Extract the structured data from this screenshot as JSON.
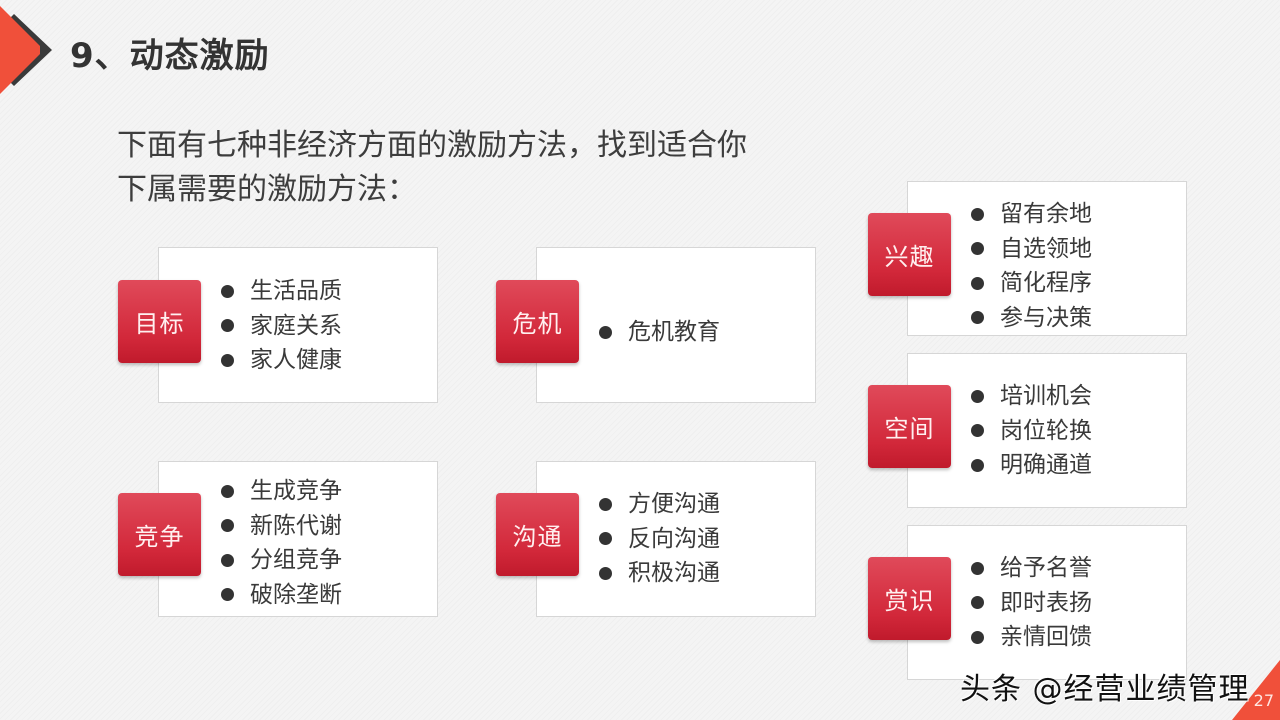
{
  "header": {
    "title": "9、动态激励",
    "accent_color": "#f0503a",
    "arrow_color": "#3a3a3a"
  },
  "intro": {
    "line1": "下面有七种非经济方面的激励方法，找到适合你",
    "line2": "下属需要的激励方法："
  },
  "cards": [
    {
      "label": "目标",
      "items": [
        "生活品质",
        "家庭关系",
        "家人健康"
      ]
    },
    {
      "label": "危机",
      "items": [
        "危机教育"
      ]
    },
    {
      "label": "竞争",
      "items": [
        "生成竞争",
        "新陈代谢",
        "分组竞争",
        "破除垄断"
      ]
    },
    {
      "label": "沟通",
      "items": [
        "方便沟通",
        "反向沟通",
        "积极沟通"
      ]
    },
    {
      "label": "兴趣",
      "items": [
        "留有余地",
        "自选领地",
        "简化程序",
        "参与决策"
      ]
    },
    {
      "label": "空间",
      "items": [
        "培训机会",
        "岗位轮换",
        "明确通道"
      ]
    },
    {
      "label": "赏识",
      "items": [
        "给予名誉",
        "即时表扬",
        "亲情回馈"
      ]
    }
  ],
  "tag_color": "#d42a3c",
  "footer": {
    "watermark": "头条 @经营业绩管理",
    "page_number": "27"
  }
}
